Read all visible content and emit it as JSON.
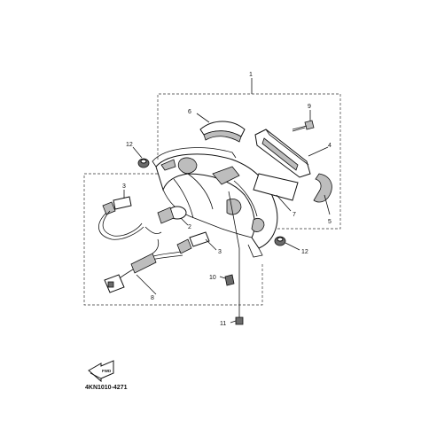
{
  "callouts": {
    "c1": "1",
    "c2": "2",
    "c3a": "3",
    "c3b": "3",
    "c4": "4",
    "c5": "5",
    "c6": "6",
    "c7": "7",
    "c8": "8",
    "c9": "9",
    "c10": "10",
    "c11": "11",
    "c12a": "12",
    "c12b": "12"
  },
  "diagram_code": "4KN1010-4271",
  "fwd_label": "FWD"
}
